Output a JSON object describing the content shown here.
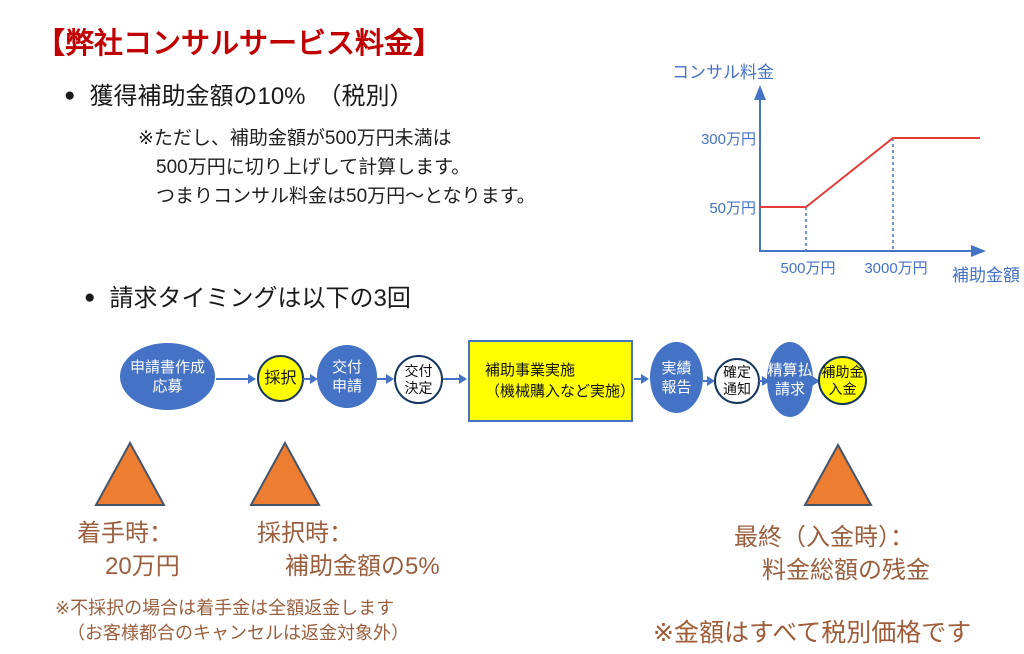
{
  "slide": {
    "title": "【弊社コンサルサービス料金】",
    "fee_bullet": {
      "marker": "●",
      "text": "獲得補助金額の10%　（税別）"
    },
    "fee_note": {
      "lines": [
        "※ただし、補助金額が500万円未満は",
        "500万円に切り上げして計算します。",
        "つまりコンサル料金は50万円〜となります。"
      ]
    },
    "billing_bullet": {
      "marker": "●",
      "text": "請求タイミングは以下の3回"
    }
  },
  "chart": {
    "y_axis_label": "コンサル料金",
    "x_axis_label": "補助金額",
    "y_tick_upper": "300万円",
    "y_tick_lower": "50万円",
    "x_tick_1": "500万円",
    "x_tick_2": "3000万円"
  },
  "chart_data": {
    "type": "line",
    "title": "",
    "xlabel": "補助金額",
    "ylabel": "コンサル料金",
    "units": "万円",
    "x": [
      0,
      500,
      3000,
      4000
    ],
    "y": [
      50,
      50,
      300,
      300
    ],
    "x_ticks": [
      "500万円",
      "3000万円"
    ],
    "y_ticks": [
      "50万円",
      "300万円"
    ],
    "guide_lines": [
      "dashed vertical at 500万円 up to 50万円",
      "dashed vertical at 3000万円 up to 300万円"
    ],
    "line_color": "#e13c38",
    "axis_color": "#4472c4",
    "legend": "none",
    "grid": false,
    "notes": "フラット50万円（500万円未満）、500万円〜3000万円で50万円から300万円へ直線増加、3000万円以降は300万円で一定"
  },
  "flow": {
    "steps": [
      {
        "shape": "ellipse-blue",
        "lines": [
          "申請書作成",
          "応募"
        ]
      },
      {
        "shape": "circle-yellow",
        "lines": [
          "採択",
          ""
        ]
      },
      {
        "shape": "ellipse-blue",
        "lines": [
          "交付",
          "申請"
        ]
      },
      {
        "shape": "circle-white",
        "lines": [
          "交付",
          "決定"
        ]
      },
      {
        "shape": "rect-yellow",
        "lines": [
          "補助事業実施",
          "（機械購入など実施）"
        ]
      },
      {
        "shape": "ellipse-blue",
        "lines": [
          "実績",
          "報告"
        ]
      },
      {
        "shape": "circle-white",
        "lines": [
          "確定",
          "通知"
        ]
      },
      {
        "shape": "ellipse-blue",
        "lines": [
          "精算払",
          "請求"
        ]
      },
      {
        "shape": "circle-yellow",
        "lines": [
          "補助金",
          "入金"
        ]
      }
    ]
  },
  "payments": [
    {
      "line1": "着手時：",
      "line2": "20万円"
    },
    {
      "line1": "採択時：",
      "line2": "補助金額の5%"
    },
    {
      "line1": "最終（入金時）：",
      "line2": "料金総額の残金"
    }
  ],
  "refund_note": {
    "lines": [
      "※不採択の場合は着手金は全額返金します",
      "（お客様都合のキャンセルは返金対象外）"
    ]
  },
  "tax_note": "※金額はすべて税別価格です",
  "colors": {
    "title_red": "#c00000",
    "accent_blue": "#4472c4",
    "line_red": "#e13c38",
    "shape_yellow": "#ffff00",
    "circle_border_navy": "#17375e",
    "triangle_orange": "#ed7d31",
    "triangle_border": "#44546a",
    "brown_text": "#9a5f3e"
  }
}
